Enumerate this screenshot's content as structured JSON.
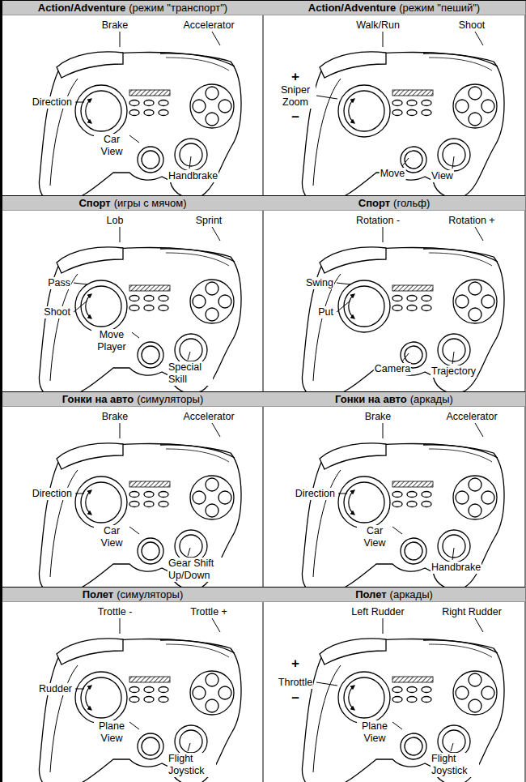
{
  "diagram": {
    "nodes": [
      {
        "text": [
          "Action/Adventure",
          "(режим \"транспорт\")"
        ]
      },
      {
        "text": [
          "Action/Adventure",
          "(режим \"пеший\")"
        ]
      },
      {
        "text": [
          "Спорт",
          "(игры с мячом)"
        ]
      },
      {
        "text": [
          "Спорт",
          "(гольф)"
        ]
      },
      {
        "text": [
          "Гонки на авто",
          "(симуляторы)"
        ]
      },
      {
        "text": [
          "Гонки на авто",
          "(аркады)"
        ]
      },
      {
        "text": [
          "Полет",
          "(симуляторы)"
        ]
      },
      {
        "text": [
          "Полет",
          "(аркады)"
        ]
      }
    ],
    "labels": [
      "Brake",
      "Accelerator",
      "Direction",
      "Car View",
      "Handbrake",
      "Walk/Run",
      "Shoot",
      "+",
      "Sniper Zoom",
      "–",
      "Move",
      "View",
      "Lob",
      "Sprint",
      "Pass",
      "Shoot",
      "Move Player",
      "Special Skill",
      "Rotation -",
      "Rotation +",
      "Swing",
      "Put",
      "Camera",
      "Trajectory",
      "Brake",
      "Accelerator",
      "Direction",
      "Car View",
      "Gear Shift Up/Down",
      "Brake",
      "Accelerator",
      "Direction",
      "Car View",
      "Handbrake",
      "Trottle -",
      "Trottle +",
      "Rudder",
      "Plane View",
      "Flight Joystick",
      "Left Rudder",
      "Right Rudder",
      "+",
      "Throttle",
      "–",
      "Plane View",
      "Flight Joystick"
    ]
  }
}
